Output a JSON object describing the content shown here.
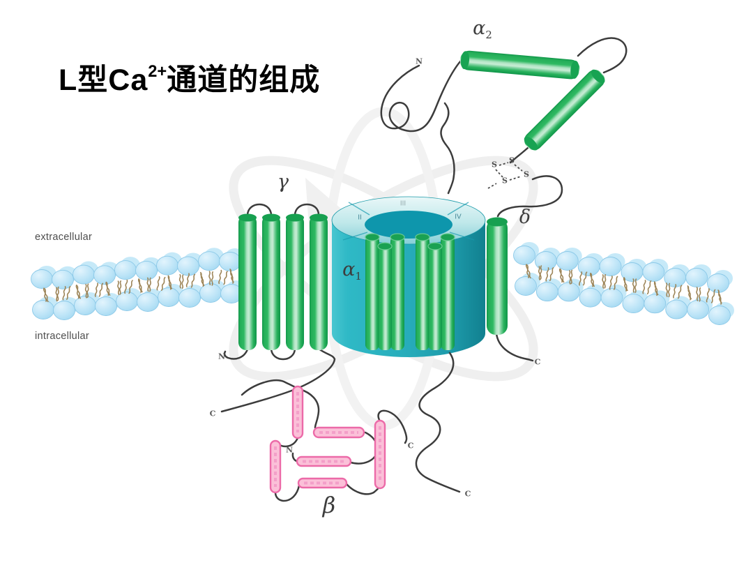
{
  "title": {
    "text_before_sup": "L型Ca",
    "sup": "2+",
    "text_after_sup": "通道的组成"
  },
  "membrane_labels": {
    "extracellular": "extracellular",
    "intracellular": "intracellular"
  },
  "subunit_labels": {
    "alpha": "α",
    "alpha1_sub": "1",
    "alpha2_sub": "2",
    "beta": "β",
    "gamma": "γ",
    "delta": "δ"
  },
  "domain_labels": {
    "d2": "II",
    "d3": "III",
    "d4": "IV"
  },
  "termini": {
    "n": "N",
    "c": "C"
  },
  "disulfide_s": "S",
  "colors": {
    "subunit_green": "#2cb860",
    "barrel_teal": "#27acba",
    "beta_pink": "#f8b5d4",
    "membrane_blue": "#aadcf3",
    "lipid_tail_brown": "#9c8457",
    "line": "#3c3c3c",
    "title_black": "#000000"
  }
}
